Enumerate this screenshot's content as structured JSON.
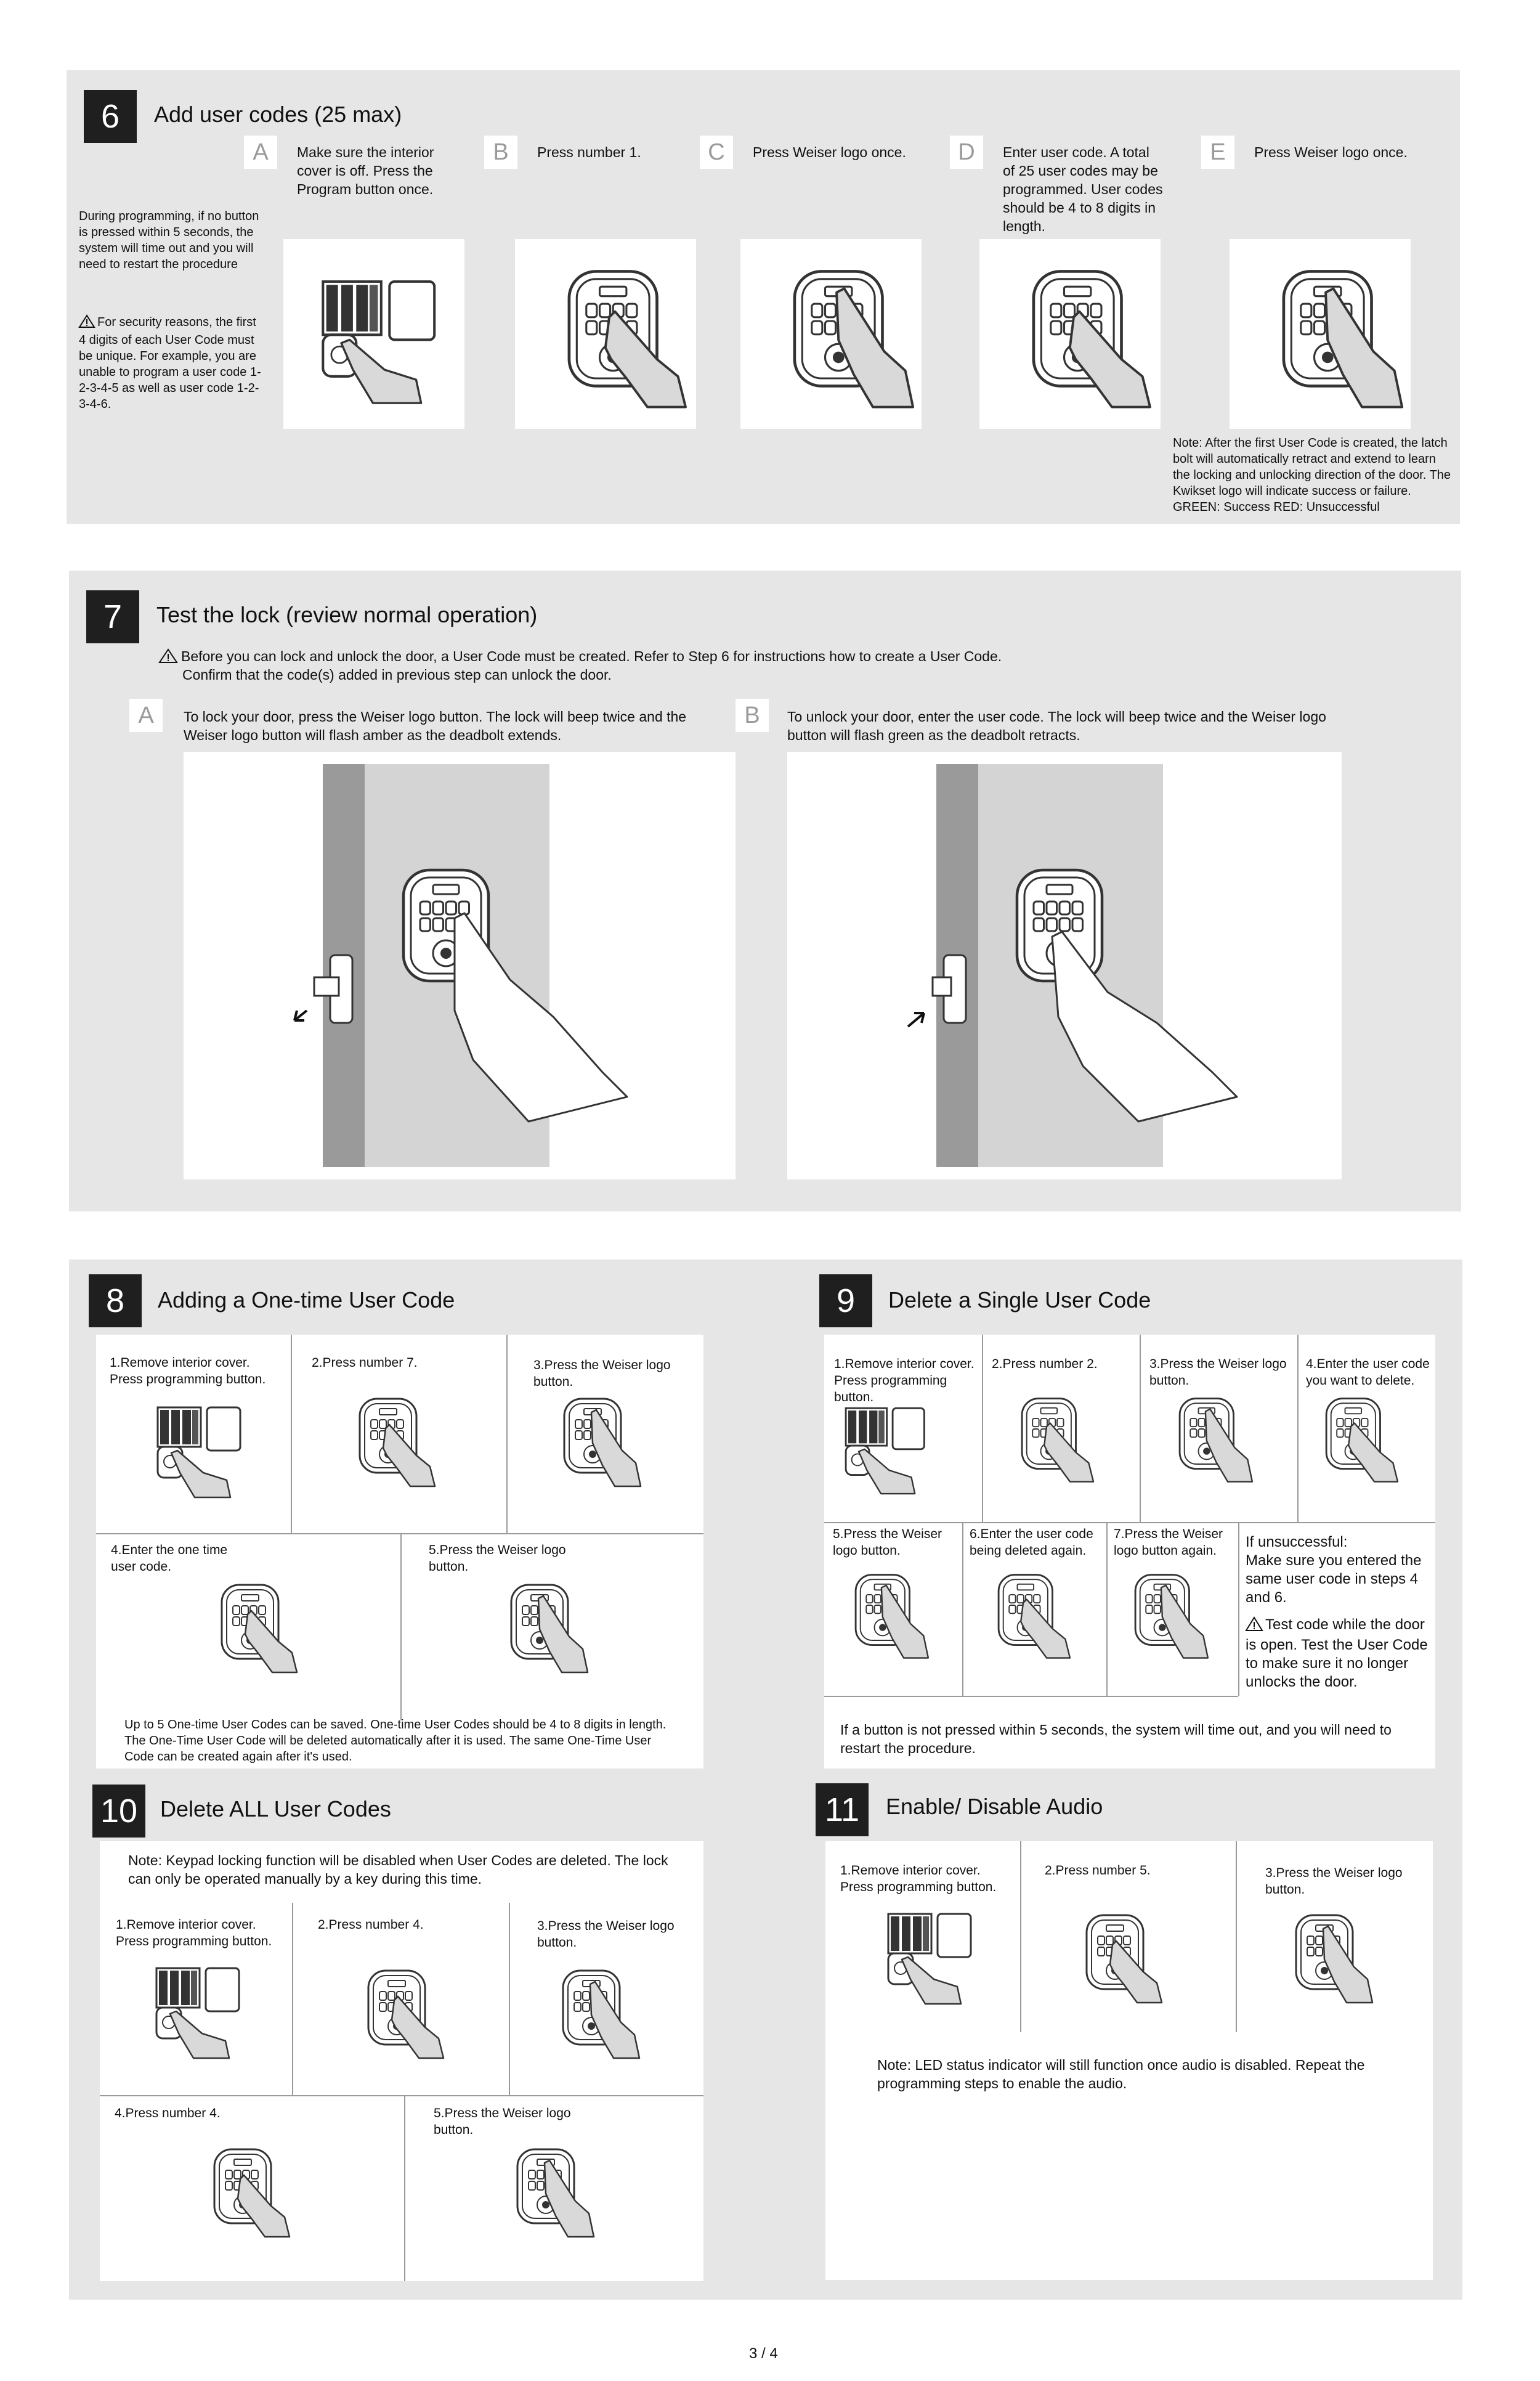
{
  "step6": {
    "number": "6",
    "title": "Add user codes (25 max)",
    "side_note": "During programming, if no button is pressed within 5 seconds, the system will time out and you will need to restart the procedure",
    "security_note": "For security reasons, the first 4 digits of each User Code must be unique. For example, you are unable to program a user code 1-2-3-4-5 as well as user code 1-2-3-4-6.",
    "steps": [
      {
        "letter": "A",
        "text": "Make sure the interior cover is off. Press the Program button once."
      },
      {
        "letter": "B",
        "text": "Press number 1."
      },
      {
        "letter": "C",
        "text": "Press Weiser logo once."
      },
      {
        "letter": "D",
        "text": "Enter user code. A total of 25 user codes may be programmed. User codes should be 4 to 8 digits in length."
      },
      {
        "letter": "E",
        "text": "Press Weiser logo once."
      }
    ],
    "note": "Note: After the first User Code is created, the latch bolt will automatically retract and extend to learn the locking and unlocking direction of the door. The Kwikset logo will indicate success or failure.",
    "note_status": "GREEN: Success  RED: Unsuccessful"
  },
  "step7": {
    "number": "7",
    "title": "Test the lock (review normal operation)",
    "warning": "Before you can lock and unlock the door, a User Code must be created.  Refer to Step 6 for instructions how to create a User Code.",
    "warning2": "Confirm that the code(s) added in previous step can unlock the door.",
    "steps": [
      {
        "letter": "A",
        "text": "To lock your door, press the Weiser logo button. The lock will beep twice and the Weiser logo button will flash amber as the deadbolt extends."
      },
      {
        "letter": "B",
        "text": "To unlock your door, enter the user code. The lock will beep twice and the Weiser logo button will flash green as the deadbolt retracts."
      }
    ]
  },
  "step8": {
    "number": "8",
    "title": "Adding a One-time User Code",
    "cells": [
      {
        "n": "1.",
        "text": "Remove interior cover. Press programming button."
      },
      {
        "n": "2.",
        "text": "Press number 7."
      },
      {
        "n": "3.",
        "text": "Press the Weiser logo button."
      },
      {
        "n": "4.",
        "text": "Enter the one time user code."
      },
      {
        "n": "5.",
        "text": "Press the Weiser logo button."
      }
    ],
    "note": "Up to 5 One-time User Codes can be saved. One-time User Codes should be 4 to 8 digits in length. The One-Time User Code will be deleted automatically after it is used. The same One-Time User Code can be created again after it's used."
  },
  "step9": {
    "number": "9",
    "title": "Delete a Single User Code",
    "cells": [
      {
        "n": "1.",
        "text": "Remove interior cover. Press programming button."
      },
      {
        "n": "2.",
        "text": "Press number 2."
      },
      {
        "n": "3.",
        "text": "Press the Weiser logo button."
      },
      {
        "n": "4.",
        "text": "Enter the user code you want to delete."
      },
      {
        "n": "5.",
        "text": "Press the Weiser logo button."
      },
      {
        "n": "6.",
        "text": "Enter the user code being deleted again."
      },
      {
        "n": "7.",
        "text": "Press the Weiser logo button again."
      }
    ],
    "unsuccessful_title": "If unsuccessful:",
    "unsuccessful_text": "Make sure you entered the same user code in steps 4 and 6.",
    "unsuccessful_warn": "Test code while the door is open. Test the User Code to make sure it no longer unlocks the door.",
    "note": "If a button is not pressed within 5 seconds, the system will time out, and you will need to restart the procedure."
  },
  "step10": {
    "number": "10",
    "title": "Delete ALL User Codes",
    "note": "Note: Keypad locking function will be disabled when User Codes are deleted. The lock can only be operated manually by a key during this time.",
    "cells": [
      {
        "n": "1.",
        "text": "Remove interior cover. Press programming button."
      },
      {
        "n": "2.",
        "text": "Press number 4."
      },
      {
        "n": "3.",
        "text": "Press the Weiser logo button."
      },
      {
        "n": "4.",
        "text": "Press number 4."
      },
      {
        "n": "5.",
        "text": "Press the Weiser logo button."
      }
    ]
  },
  "step11": {
    "number": "11",
    "title": "Enable/ Disable Audio",
    "cells": [
      {
        "n": "1.",
        "text": "Remove interior cover. Press programming button."
      },
      {
        "n": "2.",
        "text": "Press number 5."
      },
      {
        "n": "3.",
        "text": "Press the Weiser logo button."
      }
    ],
    "note": "Note: LED status indicator will still function once audio is disabled. Repeat the programming steps to enable the audio."
  },
  "footer": {
    "page": "3 / 4"
  }
}
